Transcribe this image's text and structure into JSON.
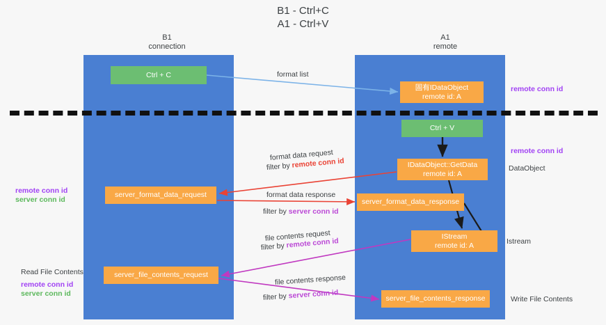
{
  "title": {
    "line1": "B1 - Ctrl+C",
    "line2": "A1 - Ctrl+V"
  },
  "columns": [
    {
      "id": "b1",
      "name": "B1",
      "role": "connection"
    },
    {
      "id": "a1",
      "name": "A1",
      "role": "remote"
    }
  ],
  "nodes": {
    "ctrl_c": {
      "label": "Ctrl + C",
      "color": "#6cbe72"
    },
    "idataobject": {
      "line1": "固有IDataObject",
      "line2": "remote id: A",
      "color": "#f9a846"
    },
    "ctrl_v": {
      "label": "Ctrl + V",
      "color": "#6cbe72"
    },
    "getdata": {
      "line1": "IDataObject::GetData",
      "line2": "remote id: A",
      "color": "#f9a846"
    },
    "server_format_data_request": {
      "label": "server_format_data_request",
      "color": "#f9a846"
    },
    "server_format_data_response": {
      "label": "server_format_data_response",
      "color": "#f9a846"
    },
    "istream": {
      "line1": "IStream",
      "line2": "remote id: A",
      "color": "#f9a846"
    },
    "server_file_contents_request": {
      "label": "server_file_contents_request",
      "color": "#f9a846"
    },
    "server_file_contents_response": {
      "label": "server_file_contents_response",
      "color": "#f9a846"
    }
  },
  "side_labels": {
    "remote_conn_id_top": "remote conn id",
    "remote_conn_id_mid": "remote conn id",
    "dataobject": "DataObject",
    "istream": "Istream",
    "write_file_contents": "Write File Contents",
    "read_file_contents": "Read File Contents",
    "remote_conn_id": "remote conn id",
    "server_conn_id": "server conn id"
  },
  "edges": {
    "format_list": "format list",
    "format_data_request": "format data request",
    "format_data_request_filter_prefix": "filter by ",
    "format_data_request_filter_key": "remote conn id",
    "format_data_response": "format data response",
    "format_data_response_filter_prefix": "filter by ",
    "format_data_response_filter_key": "server conn id",
    "file_contents_request": "file contents request",
    "file_contents_request_filter_prefix": "filter by ",
    "file_contents_request_filter_key": "remote conn id",
    "file_contents_response": "file contents response",
    "file_contents_response_filter_prefix": "filter by ",
    "file_contents_response_filter_key": "server conn id"
  },
  "colors": {
    "lane": "#4a7fd2",
    "green_node": "#6cbe72",
    "orange_node": "#f9a846",
    "purple": "#a142f4",
    "green_text": "#5cb85c",
    "red_arrow": "#ea4335",
    "magenta_arrow": "#c038c0",
    "blue_arrow": "#7cb3e8",
    "background": "#f7f7f7"
  }
}
